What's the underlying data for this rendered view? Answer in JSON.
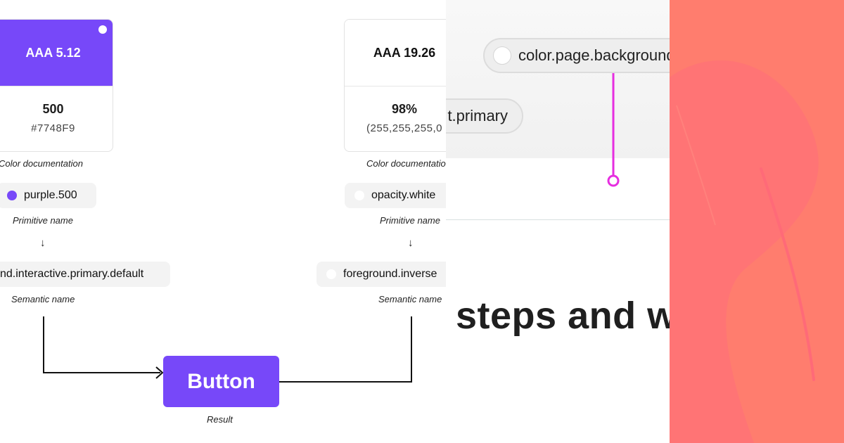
{
  "left": {
    "purple_card": {
      "contrast": "AAA 5.12",
      "weight": "500",
      "value": "#7748F9",
      "color": "#7748F9"
    },
    "white_card": {
      "contrast": "AAA 19.26",
      "weight": "98%",
      "value": "(255,255,255,0"
    },
    "captions": {
      "color_doc_left": "Color documentation",
      "color_doc_right": "Color documentatio",
      "primitive_left": "Primitive name",
      "primitive_right": "Primitive name",
      "semantic_left": "Semantic name",
      "semantic_right": "Semantic name",
      "result": "Result"
    },
    "tokens": {
      "primitive_left": "purple.500",
      "primitive_right": "opacity.white",
      "semantic_left": "nd.interactive.primary.default",
      "semantic_right": "foreground.inverse"
    },
    "arrow_glyph": "↓",
    "button_label": "Button"
  },
  "middle": {
    "pill_top": "color.page.background",
    "pill_bottom": "t.primary",
    "heading": "steps and wo",
    "accent_color": "#e62ee0"
  },
  "right": {
    "background_color": "#ff7d6e"
  }
}
